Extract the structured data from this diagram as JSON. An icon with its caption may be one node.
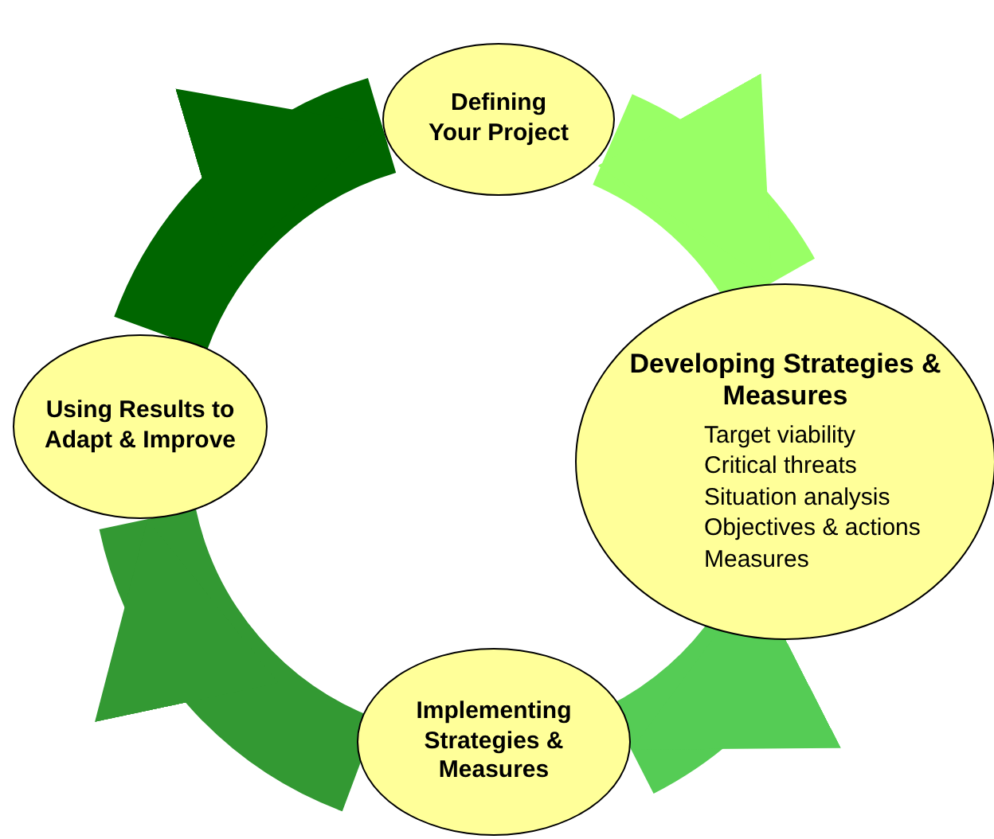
{
  "diagram": {
    "nodes": [
      {
        "text": [
          "Defining Your Project"
        ]
      },
      {
        "text": [
          "Developing Strategies & Measures",
          "Target viability",
          "Critical threats",
          "Situation analysis",
          "Objectives & actions",
          "Measures"
        ]
      },
      {
        "text": [
          "Implementing Strategies & Measures"
        ]
      },
      {
        "text": [
          "Using Results to Adapt & Improve"
        ]
      }
    ],
    "edges": [
      {
        "from": 0,
        "to": 1,
        "arrow": "to",
        "color": "#99ff66"
      },
      {
        "from": 1,
        "to": 2,
        "arrow": "to",
        "color": "#55cc55"
      },
      {
        "from": 2,
        "to": 3,
        "arrow": "to",
        "color": "#339933"
      },
      {
        "from": 3,
        "to": 0,
        "arrow": "to",
        "color": "#006600"
      }
    ]
  }
}
